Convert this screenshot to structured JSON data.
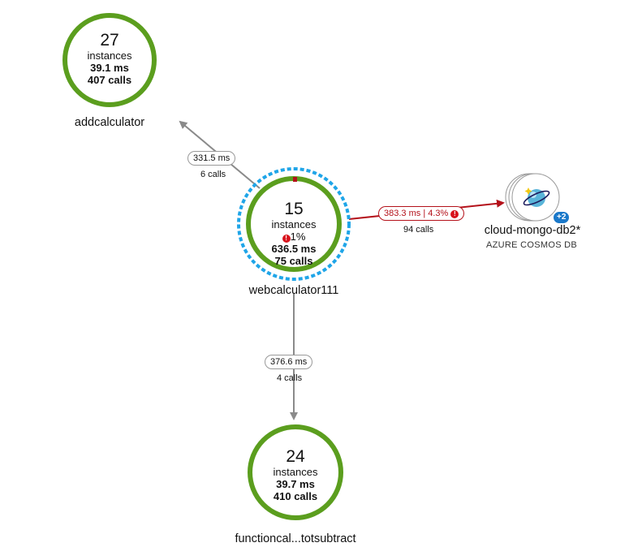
{
  "colors": {
    "healthy": "#5b9e1e",
    "selected": "#1fa5e8",
    "error": "#b4111a",
    "edge": "#8a8a8a",
    "badge": "#1a78c9"
  },
  "nodes": {
    "add": {
      "count": "27",
      "instances_label": "instances",
      "latency": "39.1 ms",
      "calls": "407 calls",
      "name": "addcalculator"
    },
    "web": {
      "count": "15",
      "instances_label": "instances",
      "error_pct": "1%",
      "latency": "636.5 ms",
      "calls": "75 calls",
      "name": "webcalculator111"
    },
    "sub": {
      "count": "24",
      "instances_label": "instances",
      "latency": "39.7 ms",
      "calls": "410 calls",
      "name": "functioncal...totsubtract"
    },
    "db": {
      "name": "cloud-mongo-db2*",
      "type": "AZURE COSMOS DB",
      "badge": "+2",
      "icon": "cosmos-db-planet-icon"
    }
  },
  "edges": {
    "to_add": {
      "duration": "331.5 ms",
      "calls": "6 calls"
    },
    "to_db": {
      "duration": "383.3 ms",
      "separator": "|",
      "failure": "4.3%",
      "calls": "94 calls"
    },
    "to_sub": {
      "duration": "376.6 ms",
      "calls": "4 calls"
    }
  },
  "icons": {
    "error": "error-exclamation-icon"
  }
}
